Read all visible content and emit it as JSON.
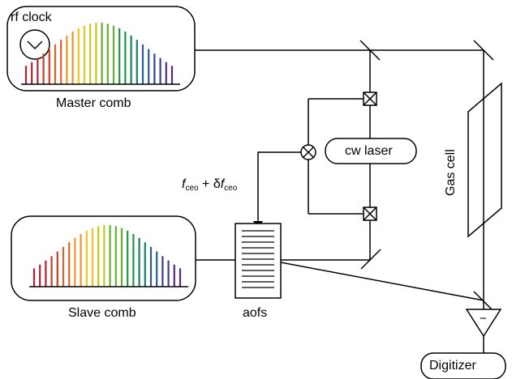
{
  "labels": {
    "rf_clock": "rf clock",
    "master_comb": "Master comb",
    "slave_comb": "Slave comb",
    "cw_laser": "cw laser",
    "gas_cell": "Gas cell",
    "aofs": "aofs",
    "digitizer": "Digitizer",
    "detector_sign": "−",
    "freq_f": "f",
    "freq_ceo": "ceo",
    "freq_plus": " + δ",
    "freq_f2": "f",
    "freq_ceo2": "ceo"
  },
  "comb_colors": [
    "#b22234",
    "#cf3a26",
    "#e3602a",
    "#f0952e",
    "#f4c21f",
    "#bfca1d",
    "#62b12f",
    "#1f9545",
    "#1b7f63",
    "#2d5a9a",
    "#3b3f96",
    "#552a86"
  ]
}
